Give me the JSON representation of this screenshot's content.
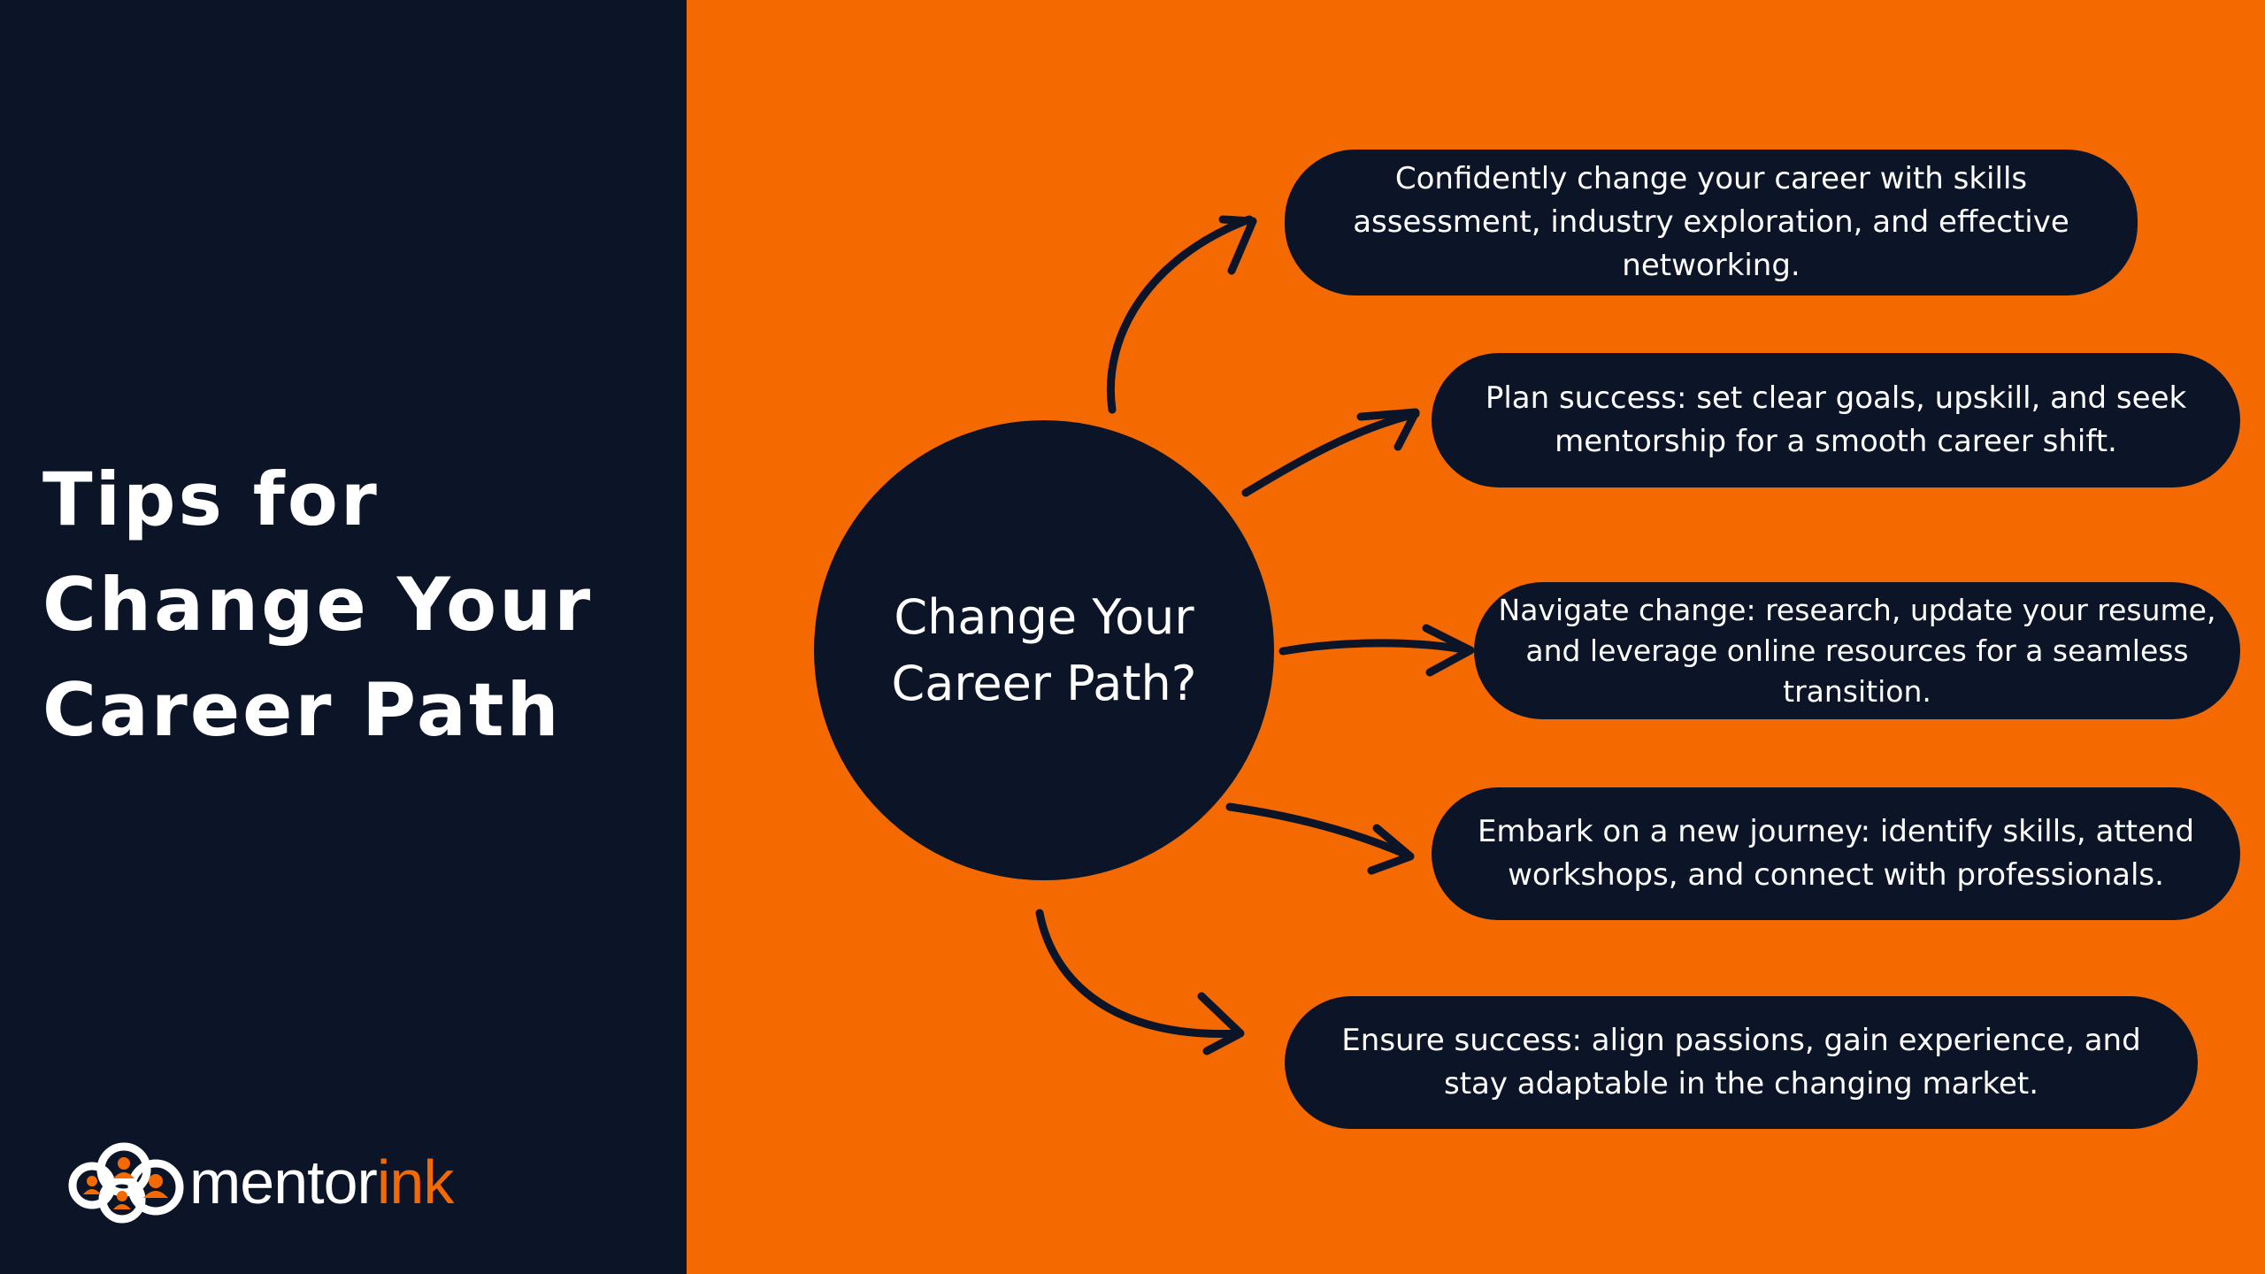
{
  "title": {
    "line1": "Tips for",
    "line2": "Change Your",
    "line3": "Career Path"
  },
  "logo": {
    "text_main": "mentor",
    "text_accent": "ink",
    "icon": "people-cloud-icon"
  },
  "hub": {
    "label": "Change Your Career Path?"
  },
  "tips": [
    {
      "text": "Confidently change your career with skills assessment, industry exploration, and effective networking."
    },
    {
      "text": "Plan success: set clear goals, upskill, and seek mentorship for a smooth career shift."
    },
    {
      "text": "Navigate change: research, update your resume, and leverage online resources for a seamless transition."
    },
    {
      "text": "Embark on a new journey: identify skills, attend workshops, and connect with professionals."
    },
    {
      "text": "Ensure success: align passions, gain experience, and stay adaptable in the changing market."
    }
  ],
  "colors": {
    "navy": "#0c1527",
    "orange": "#f56a00",
    "text": "#ffffff"
  }
}
